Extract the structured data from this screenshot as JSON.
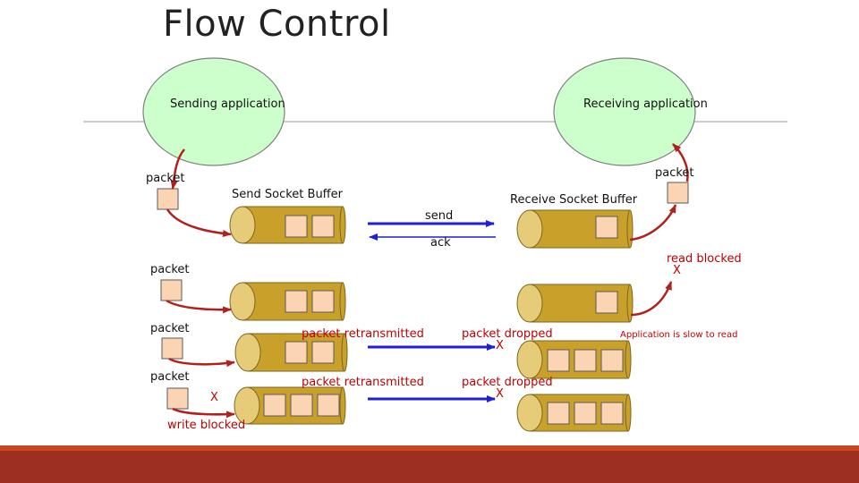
{
  "title": "Flow Control",
  "apps": {
    "sending": "Sending application",
    "receiving": "Receiving application"
  },
  "buffers": {
    "send": "Send Socket Buffer",
    "receive": "Receive Socket Buffer"
  },
  "packet_label": "packet",
  "arrows": {
    "send": "send",
    "ack": "ack",
    "packet_retransmitted": "packet retransmitted"
  },
  "status": {
    "read_blocked": "read blocked",
    "write_blocked": "write blocked",
    "packet_dropped": "packet dropped",
    "slow_app": "Application is slow to read",
    "x_mark": "X"
  },
  "colors": {
    "app_fill": "#ccffcc",
    "buffer_fill": "#c9a02a",
    "buffer_cap": "#e6cc78",
    "packet_fill": "#fbd4b4",
    "arrow_blue": "#1f1fd6",
    "arrow_red": "#b2201c",
    "line_gray": "#999999",
    "footer": "#9c2f22"
  }
}
